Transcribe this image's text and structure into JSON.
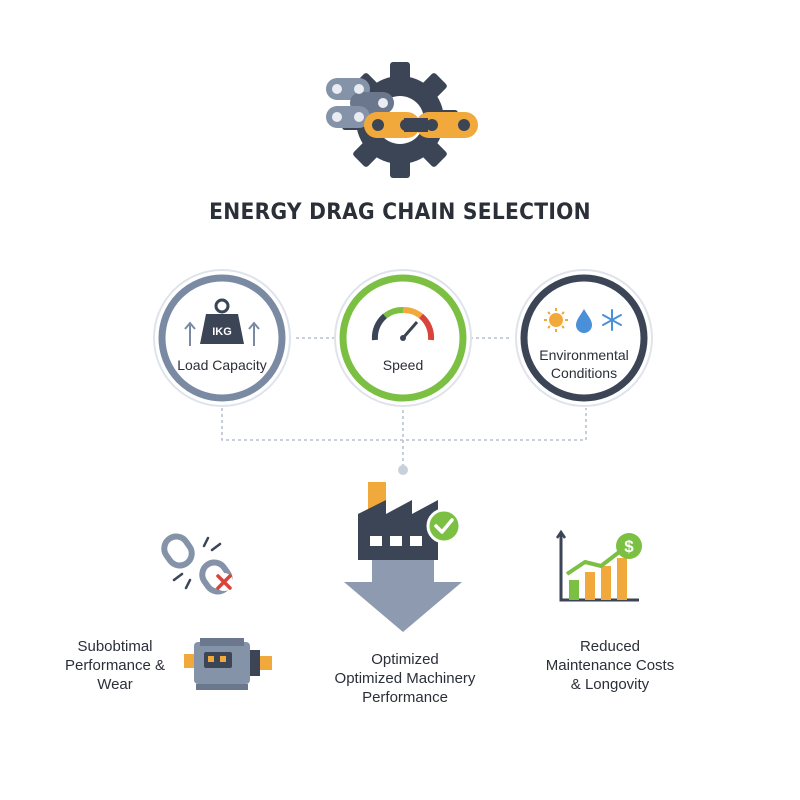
{
  "title": "ENERGY DRAG CHAIN SELECTION",
  "factors": [
    {
      "label": "Load Capacity",
      "badge": "IKG",
      "ring_color": "#7b8aa3"
    },
    {
      "label": "Speed",
      "ring_color": "#7cc043"
    },
    {
      "label_lines": [
        "Environmental",
        "Conditions"
      ],
      "ring_color": "#3b4556"
    }
  ],
  "outcomes": {
    "left": {
      "lines": [
        "Subobtimal",
        "Performance &",
        "Wear"
      ]
    },
    "center": {
      "lines": [
        "Optimized",
        "Optimized Machinery",
        "Performance"
      ]
    },
    "right": {
      "lines": [
        "Reduced",
        "Maintenance Costs",
        "& Longovity"
      ],
      "currency_symbol": "$"
    }
  },
  "colors": {
    "dark": "#3b4556",
    "gray": "#8593a9",
    "orange": "#f2a93b",
    "green": "#7cc043",
    "red": "#d9433a",
    "arrow": "#8e9ab0"
  }
}
